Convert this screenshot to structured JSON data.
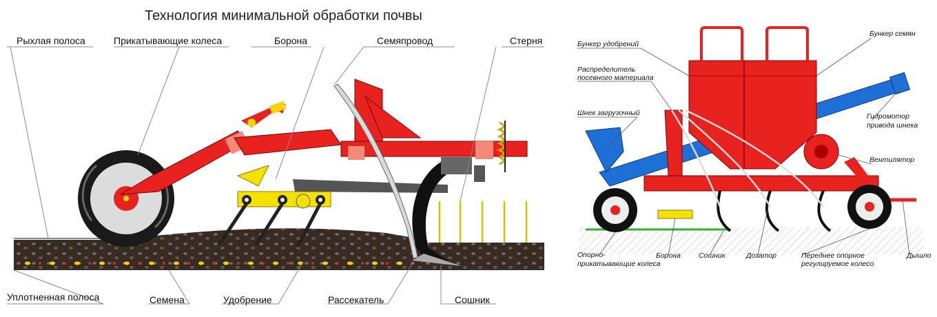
{
  "left_diagram": {
    "title": "Технология минимальной обработки почвы",
    "labels": {
      "loose_strip": "Рыхлая полоса",
      "press_wheels": "Прикатывающие колеса",
      "harrow": "Борона",
      "seed_tube": "Семяпровод",
      "stubble": "Стерня",
      "compacted_strip": "Уплотненная полоса",
      "seeds": "Семена",
      "fertilizer": "Удобрение",
      "splitter": "Рассекатель",
      "coulter": "Сошник"
    }
  },
  "right_diagram": {
    "labels": {
      "fert_hopper": "Бункер удобрений",
      "seed_hopper": "Бункер семян",
      "distributor_l1": "Распределитель",
      "distributor_l2": "посевного материала",
      "auger": "Шнек загрузочный",
      "hydromotor_l1": "Гидромотор",
      "hydromotor_l2": "привода шнека",
      "fan": "Вентилятор",
      "support_l1": "Опорно-",
      "support_l2": "прикатывающие  колеса",
      "harrow": "Борона",
      "coulter": "Сошник",
      "dosator": "Дозатор",
      "front_wheel_l1": "Переднее опорное",
      "front_wheel_l2": "регулируемое колесо",
      "drawbar": "Дышло"
    }
  },
  "colors": {
    "frame_red": "#e8231f",
    "soil": "#3a2a22",
    "seed_yellow": "#f5d400",
    "auger_blue": "#1e6fd6",
    "ground_green": "#2db52d",
    "leader_line": "#888888"
  }
}
